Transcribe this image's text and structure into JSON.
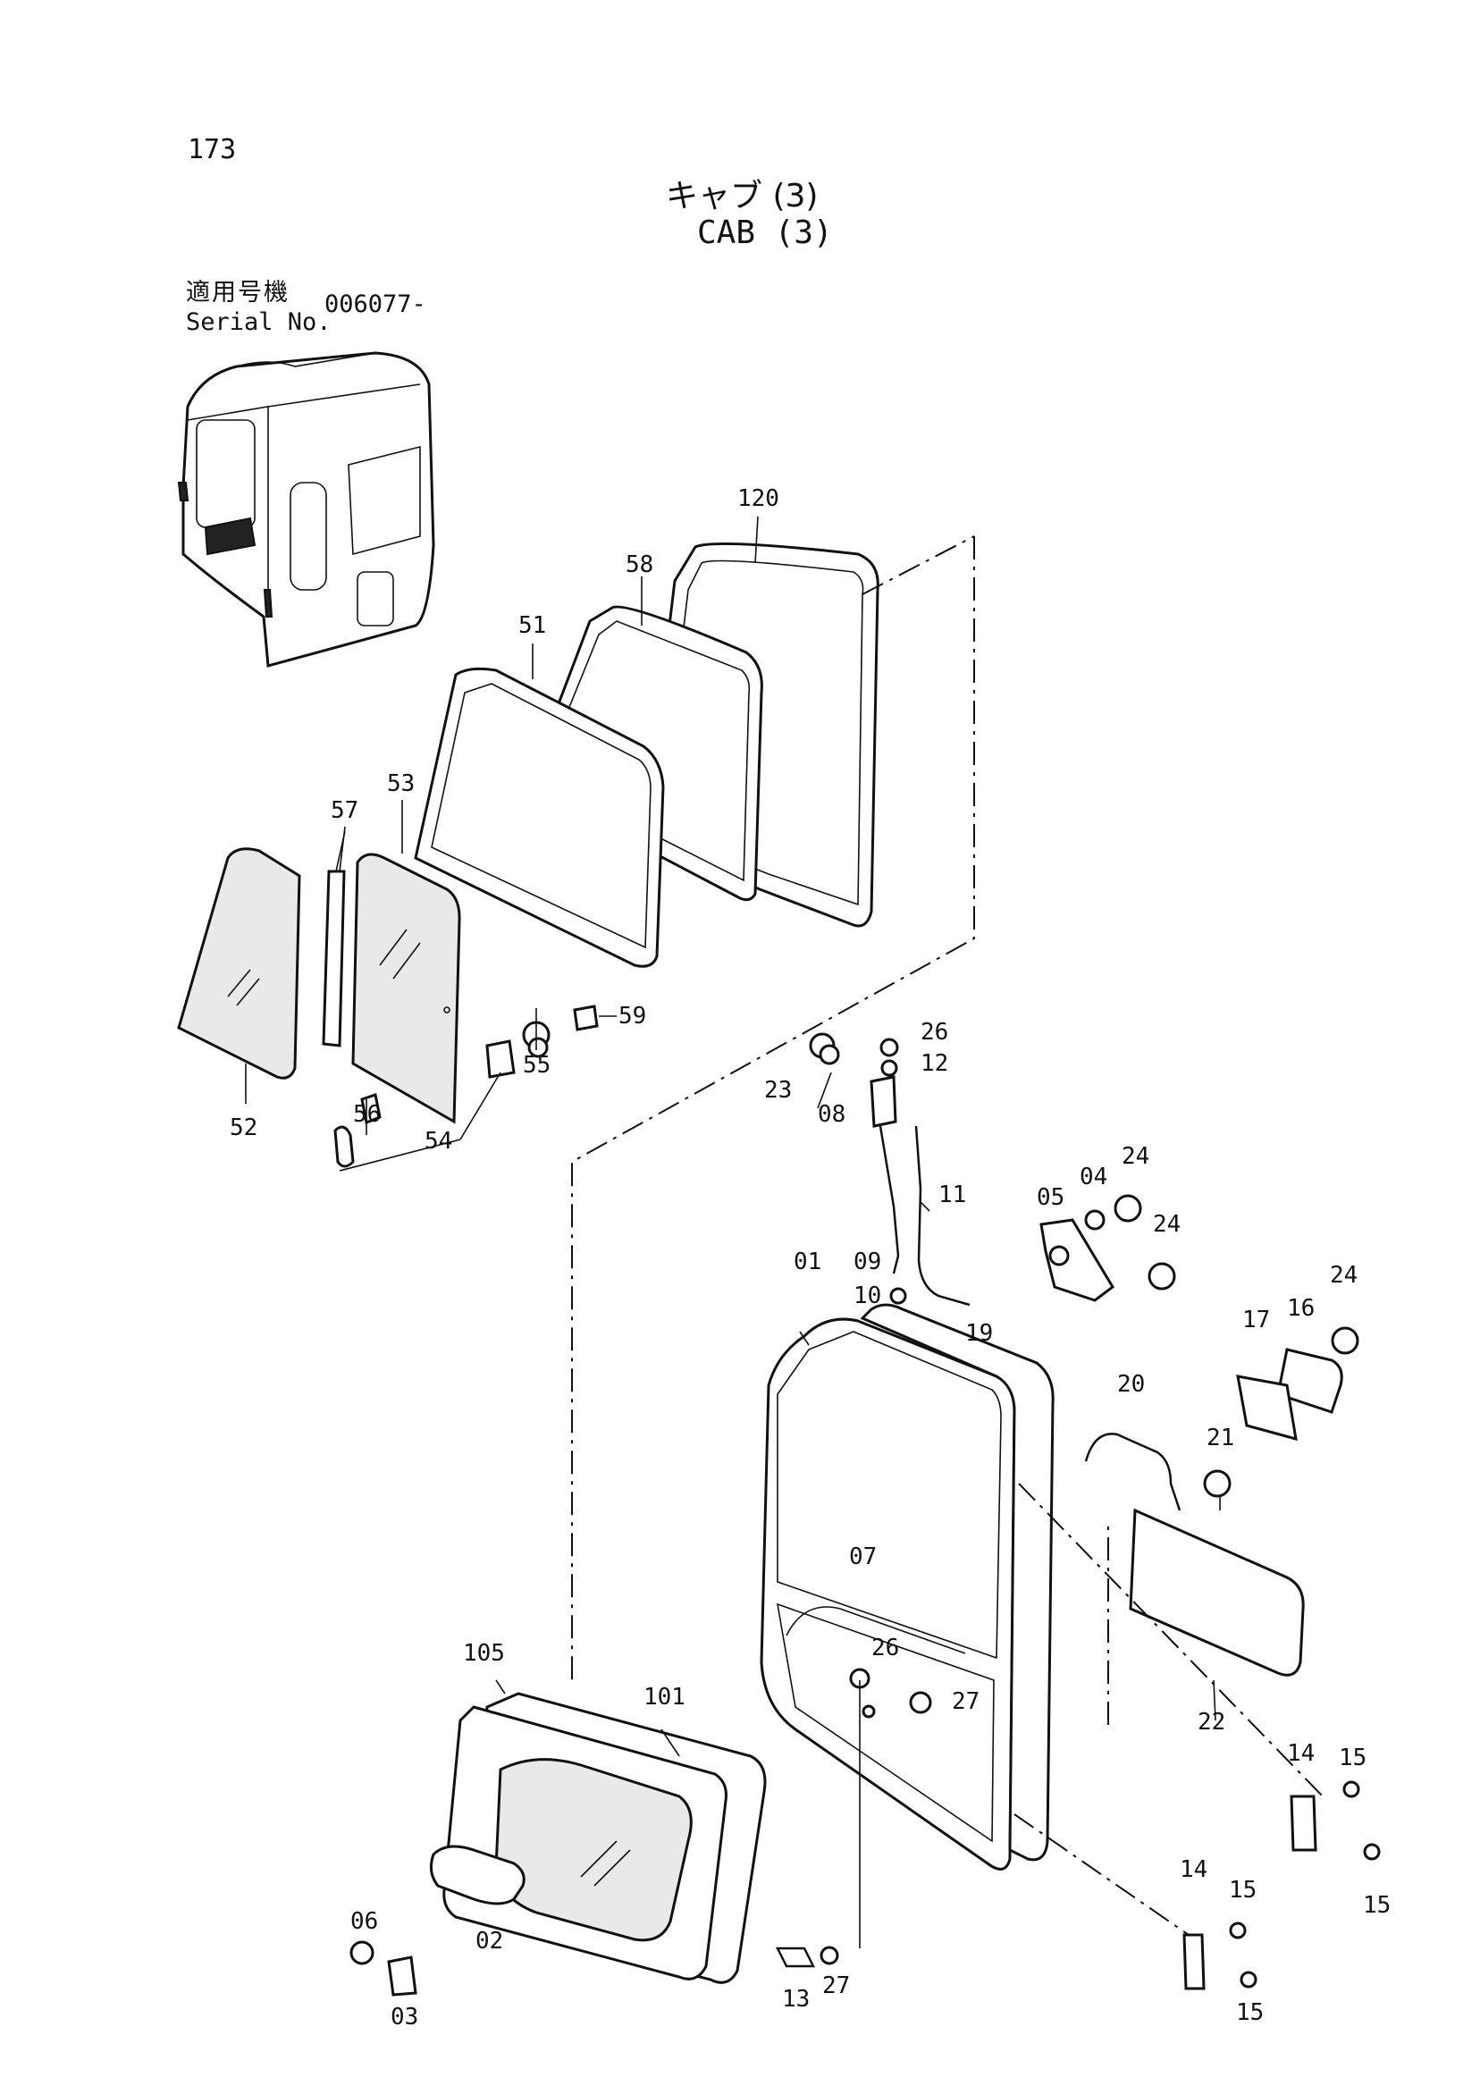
{
  "page": {
    "number": "173",
    "title_jp": "キャブ (3)",
    "title_en": "CAB (3)",
    "serial_label_jp": "適用号機",
    "serial_label_en": "Serial No.",
    "serial_value": "006077-"
  },
  "callouts": [
    "120",
    "58",
    "51",
    "53",
    "57",
    "52",
    "56",
    "54",
    "55",
    "59",
    "26",
    "12",
    "23",
    "08",
    "11",
    "24",
    "05",
    "04",
    "24",
    "09",
    "10",
    "01",
    "19",
    "24",
    "17",
    "16",
    "20",
    "21",
    "07",
    "26",
    "27",
    "105",
    "101",
    "22",
    "15",
    "14",
    "15",
    "06",
    "02",
    "03",
    "13",
    "27",
    "14",
    "15",
    "15"
  ]
}
